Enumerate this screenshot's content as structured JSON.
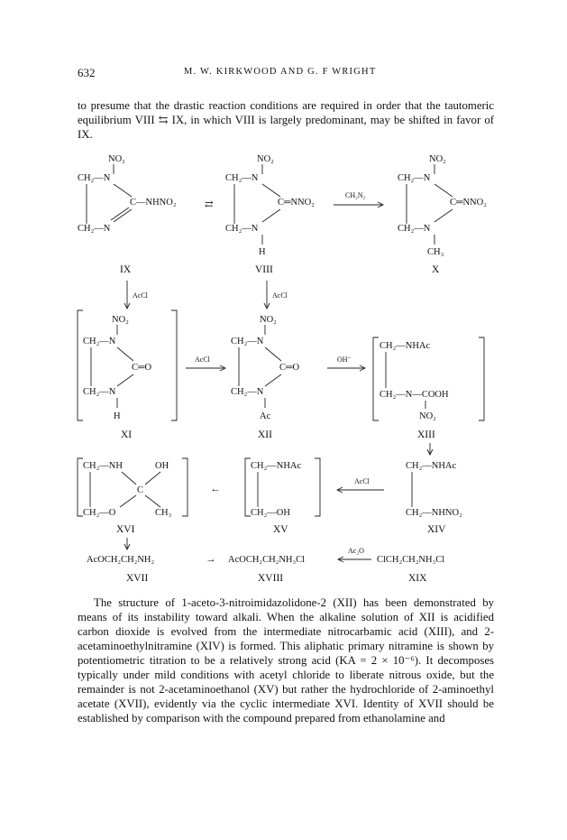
{
  "page": {
    "number": "632",
    "running_head": "M. W. KIRKWOOD AND G. F WRIGHT"
  },
  "text": {
    "para1": "to presume that the drastic reaction conditions are required in order that the tautomeric equilibrium VIII ⇆ IX, in which VIII is largely predominant, may be shifted in favor of IX.",
    "para2": "The structure of 1-aceto-3-nitroimidazolidone-2 (XII) has been demonstrated by means of its instability toward alkali. When the alkaline solution of XII is acidified carbon dioxide is evolved from the intermediate nitrocarbamic acid (XIII), and 2-acetaminoethylnitramine (XIV) is formed. This aliphatic primary nitramine is shown by potentiometric titration to be a relatively strong acid (KA = 2 × 10⁻⁶). It decomposes typically under mild conditions with acetyl chloride to liberate nitrous oxide, but the remainder is not 2-acetaminoethanol (XV) but rather the hydrochloride of 2-aminoethyl acetate (XVII), evidently via the cyclic intermediate XVI. Identity of XVII should be established by comparison with the compound prepared from ethanolamine and"
  },
  "scheme": {
    "labels": {
      "IX": "IX",
      "VIII": "VIII",
      "X": "X",
      "XI": "XI",
      "XII": "XII",
      "XIII": "XIII",
      "XIV": "XIV",
      "XV": "XV",
      "XVI": "XVI",
      "XVII": "XVII",
      "XVIII": "XVIII",
      "XIX": "XIX"
    },
    "reagents": {
      "ch2n2": "CH₂N₂",
      "accl_ix": "AcCl",
      "accl_viii": "AcCl",
      "accl_xi": "AcCl",
      "oh": "OH⁻",
      "accl_xiv": "AcCl",
      "ac2o": "Ac₂O"
    },
    "symbols": {
      "equilibrium": "⇄",
      "arrow_left": "←",
      "arrow_down": "↓",
      "arrow_right": "→"
    },
    "groups": {
      "no2": "NO₂",
      "ch2": "CH₂",
      "n_dash": "—N",
      "ch2_n": "CH₂—N",
      "c_nhno2": "C—NHNO₂",
      "c_nno2": "C═NNO₂",
      "c_o": "C═O",
      "h": "H",
      "ch3": "CH₃",
      "ac": "Ac",
      "ch2_nhac": "CH₂—NHAc",
      "ch2_n_cooh": "CH₂—N—COOH",
      "ch2_nh": "CH₂—NH",
      "oh": "OH",
      "c": "C",
      "ch2_o": "CH₂—O",
      "ch3r": "CH₃",
      "ch2_oh": "CH₂—OH",
      "ch2_nhno2": "CH₂—NHNO₂"
    },
    "bottom_row": {
      "xvii_formula": "AcOCH₂CH₂NH₂",
      "xviii_formula": "AcOCH₂CH₂NH₃Cl",
      "xix_formula": "ClCH₂CH₂NH₃Cl"
    }
  }
}
